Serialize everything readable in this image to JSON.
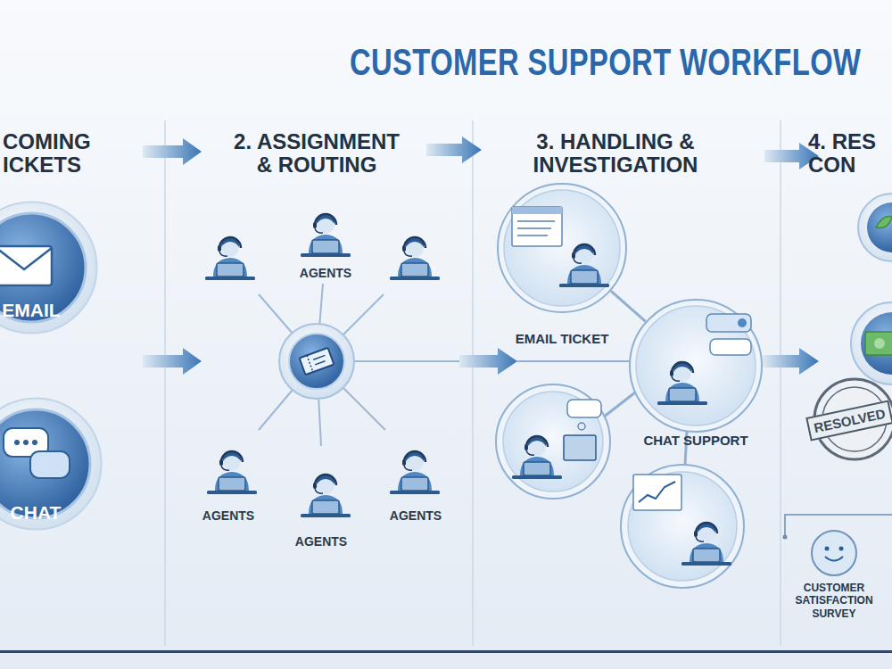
{
  "diagram": {
    "title": "CUSTOMER SUPPORT WORKFLOW",
    "nodes": [
      {
        "text": [
          "EMAIL"
        ]
      },
      {
        "text": [
          "CHAT"
        ]
      },
      {
        "text": [
          "EMAIL TICKET"
        ]
      },
      {
        "text": [
          "CHAT SUPPORT"
        ]
      },
      {
        "text": [
          "CUSTOMER SATISFACTION SURVEY"
        ]
      }
    ],
    "edges": [
      {
        "from": 2,
        "to": 3,
        "arrow": "none"
      }
    ],
    "labels": [
      "COMING ICKETS",
      "2. ASSIGNMENT & ROUTING",
      "3. HANDLING & INVESTIGATION",
      "4. RES CON",
      "AGENTS",
      "AGENTS",
      "AGENTS",
      "AGENTS",
      "RESOLVED"
    ]
  }
}
